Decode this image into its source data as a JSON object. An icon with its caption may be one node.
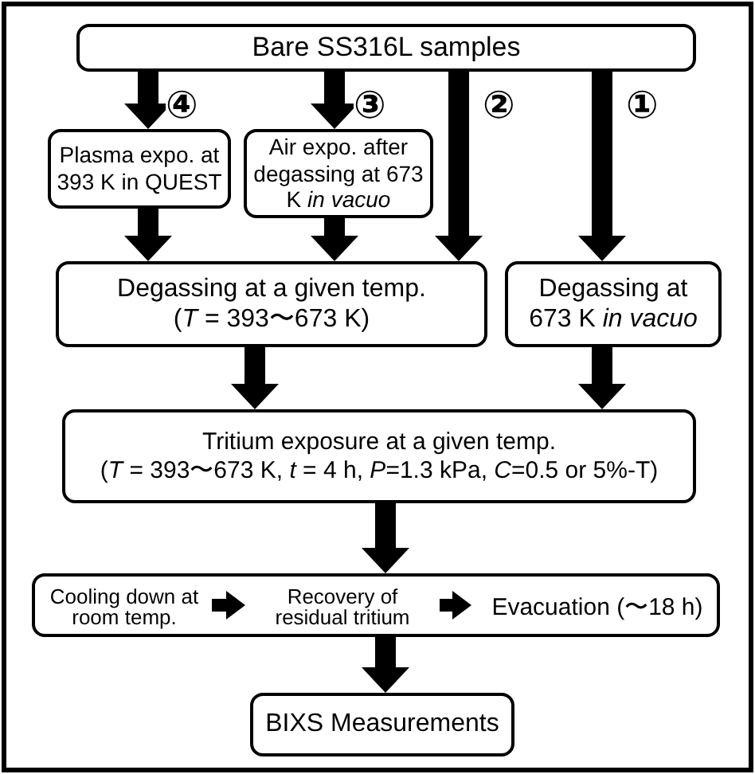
{
  "diagram": {
    "nodes": [
      {
        "text": [
          "Bare SS316L samples"
        ]
      },
      {
        "text": [
          "Plasma expo. at 393 K in QUEST"
        ]
      },
      {
        "text": [
          "Air expo. after degassing at 673 K *in vacuo*"
        ]
      },
      {
        "text": [
          "Degassing at a given temp.",
          "(*T* = 393〜673 K)"
        ]
      },
      {
        "text": [
          "Degassing at 673 K *in vacuo*"
        ]
      },
      {
        "text": [
          "Tritium exposure at a given temp.",
          "(*T* = 393〜673 K, *t* = 4 h, *P*=1.3 kPa, *C*=0.5 or 5%-T)"
        ]
      },
      {
        "text": [],
        "shape": "box"
      },
      {
        "text": [
          "Cooling down at room temp."
        ],
        "in": 6
      },
      {
        "text": [
          "Recovery of residual tritium"
        ],
        "in": 6
      },
      {
        "text": [
          "Evacuation (〜18 h)"
        ],
        "in": 6
      },
      {
        "text": [
          "BIXS Measurements"
        ]
      }
    ],
    "edges": [
      {
        "from": 0,
        "to": 1,
        "arrow": "to",
        "label": "④"
      },
      {
        "from": 0,
        "to": 2,
        "arrow": "to",
        "label": "③"
      },
      {
        "from": 0,
        "to": 3,
        "arrow": "to",
        "label": "②"
      },
      {
        "from": 0,
        "to": 4,
        "arrow": "to",
        "label": "①"
      },
      {
        "from": 1,
        "to": 3,
        "arrow": "to"
      },
      {
        "from": 2,
        "to": 3,
        "arrow": "to"
      },
      {
        "from": 3,
        "to": 5,
        "arrow": "to"
      },
      {
        "from": 4,
        "to": 5,
        "arrow": "to"
      },
      {
        "from": 5,
        "to": 6,
        "arrow": "to"
      },
      {
        "from": 7,
        "to": 8,
        "arrow": "to"
      },
      {
        "from": 8,
        "to": 9,
        "arrow": "to"
      },
      {
        "from": 6,
        "to": 10,
        "arrow": "to"
      }
    ]
  }
}
